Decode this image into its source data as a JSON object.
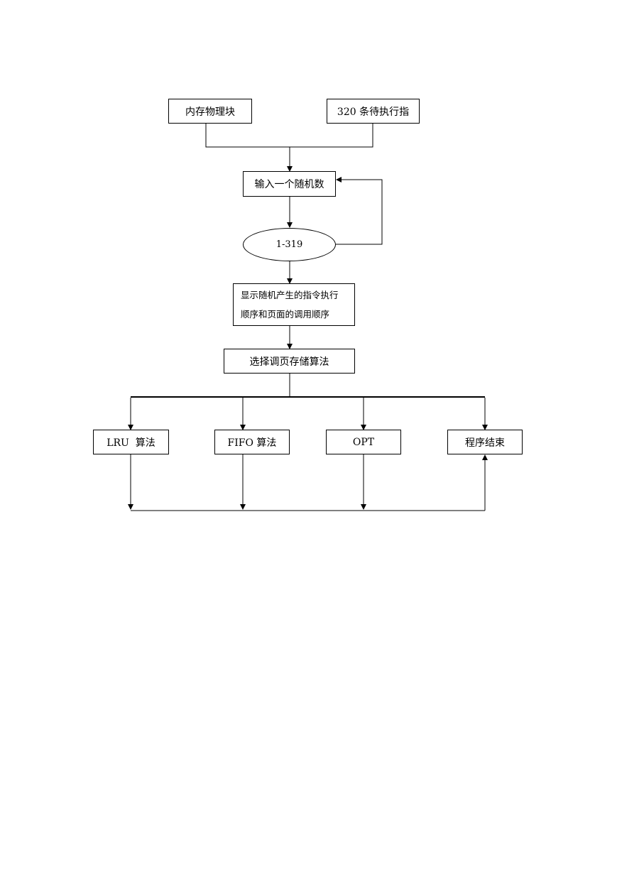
{
  "diagram": {
    "nodes": {
      "memory_blocks": "内存物理块",
      "instructions": "320 条待执行指",
      "input_random": "输入一个随机数",
      "range": "1-319",
      "display_line1": "显示随机产生的指令执行",
      "display_line2": "顺序和页面的调用顺序",
      "select_algorithm": "选择调页存储算法",
      "lru": "LRU  算法",
      "fifo": "FIFO 算法",
      "opt": "OPT",
      "end": "程序结束"
    },
    "line_color": "#000000"
  }
}
